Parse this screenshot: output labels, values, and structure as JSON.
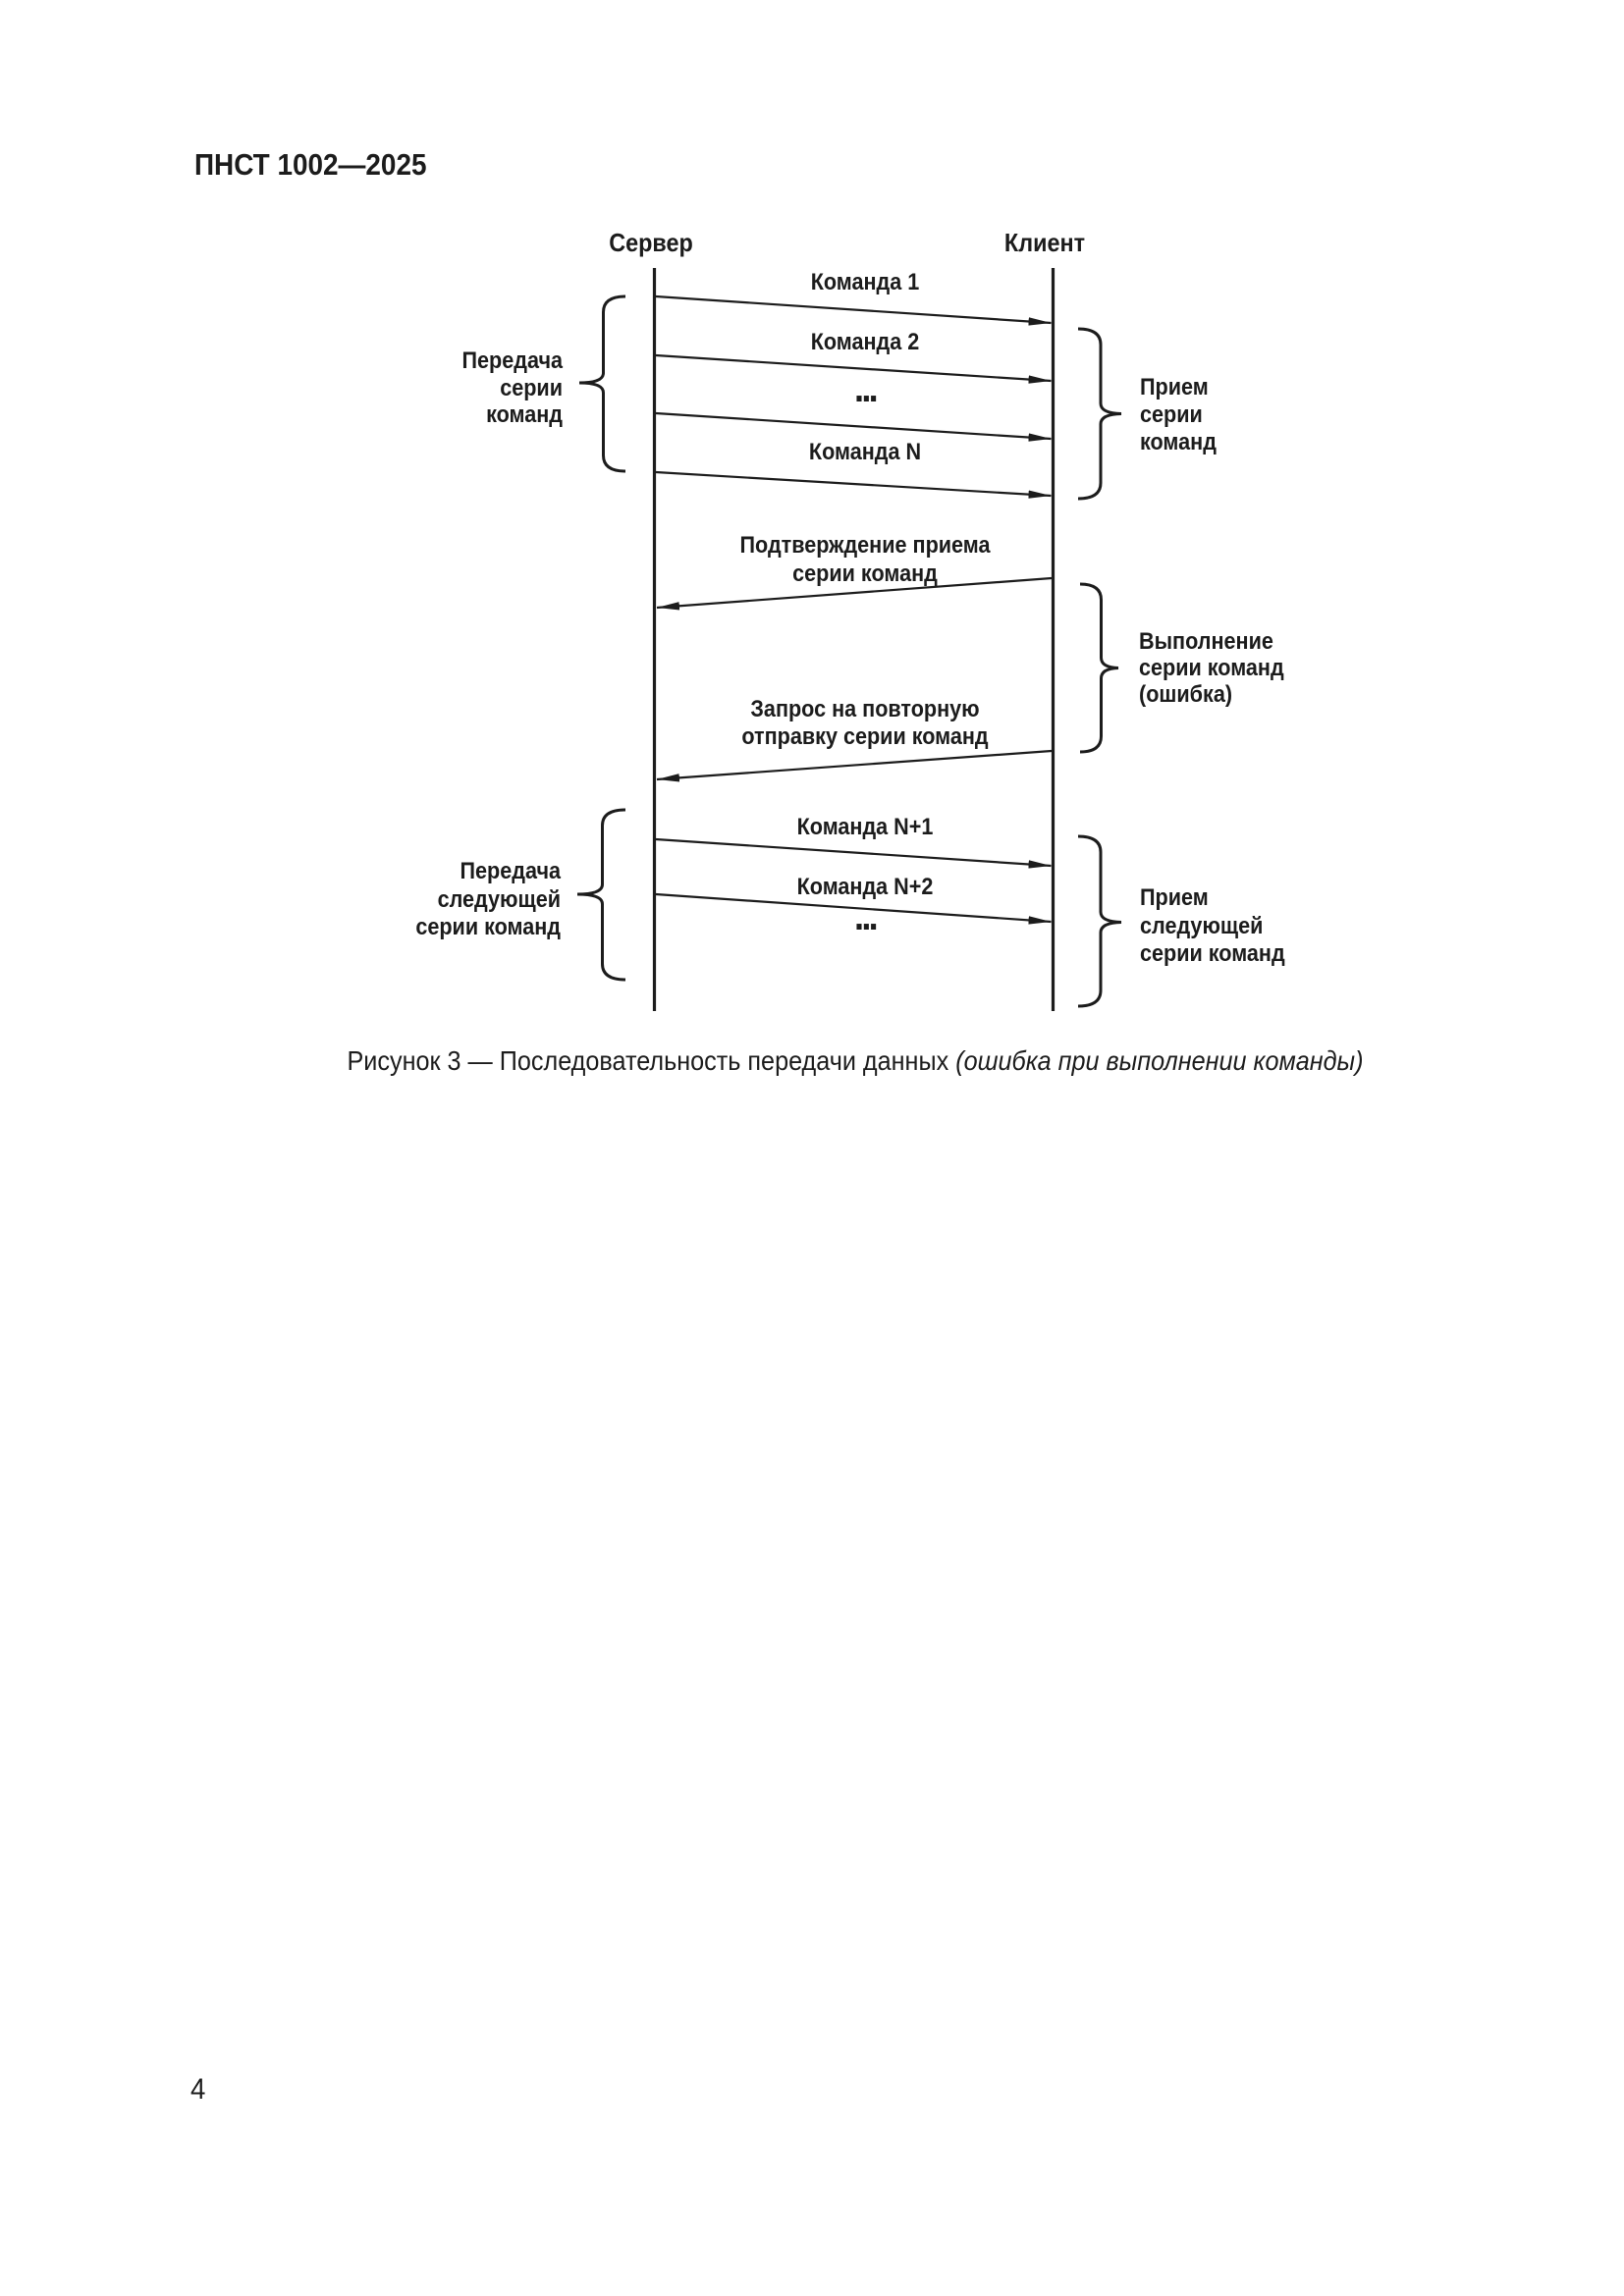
{
  "page": {
    "header": "ПНСТ 1002—2025",
    "page_number": "4"
  },
  "figure": {
    "caption_text": "Рисунок 3 — Последовательность передачи данных ",
    "caption_emphasis": "(ошибка при выполнении команды)"
  },
  "diagram": {
    "actors": {
      "server": "Сервер",
      "client": "Клиент"
    },
    "messages": [
      {
        "label": "Команда 1",
        "from": "server",
        "to": "client"
      },
      {
        "label": "Команда 2",
        "from": "server",
        "to": "client"
      },
      {
        "label": "...",
        "from": "server",
        "to": "client"
      },
      {
        "label": "Команда N",
        "from": "server",
        "to": "client"
      },
      {
        "line1": "Подтверждение приема",
        "line2": "серии команд",
        "from": "client",
        "to": "server"
      },
      {
        "line1": "Запрос на повторную",
        "line2": "отправку серии команд",
        "from": "client",
        "to": "server"
      },
      {
        "label": "Команда N+1",
        "from": "server",
        "to": "client"
      },
      {
        "label": "Команда N+2",
        "from": "server",
        "to": "client"
      },
      {
        "label": "...",
        "from": "server",
        "to": "client"
      }
    ],
    "annotations": {
      "left_top": [
        "Передача",
        "серии",
        "команд"
      ],
      "right_top": [
        "Прием",
        "серии",
        "команд"
      ],
      "right_middle": [
        "Выполнение",
        "серии команд",
        "(ошибка)"
      ],
      "left_bottom": [
        "Передача",
        "следующей",
        "серии команд"
      ],
      "right_bottom": [
        "Прием",
        "следующей",
        "серии команд"
      ]
    }
  }
}
